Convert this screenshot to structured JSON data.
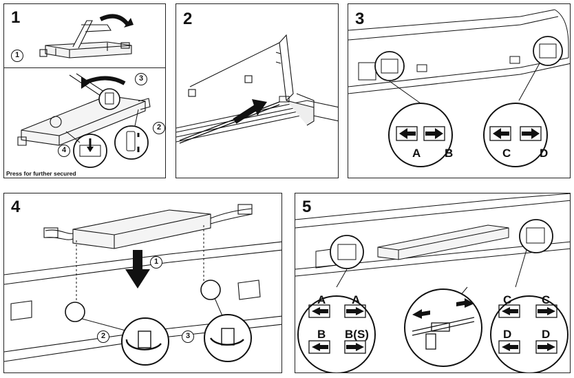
{
  "panels": {
    "p1": {
      "num": "1",
      "step_a": "1",
      "step_b": "2",
      "step_c": "3",
      "step_d": "4",
      "caption": "Press for further secured"
    },
    "p2": {
      "num": "2"
    },
    "p3": {
      "num": "3",
      "labels": [
        "A",
        "B",
        "C",
        "D"
      ]
    },
    "p4": {
      "num": "4",
      "steps": [
        "1",
        "2",
        "3"
      ]
    },
    "p5": {
      "num": "5",
      "labels": [
        "A",
        "A",
        "B",
        "B(S)",
        "C",
        "C",
        "D",
        "D"
      ]
    }
  }
}
